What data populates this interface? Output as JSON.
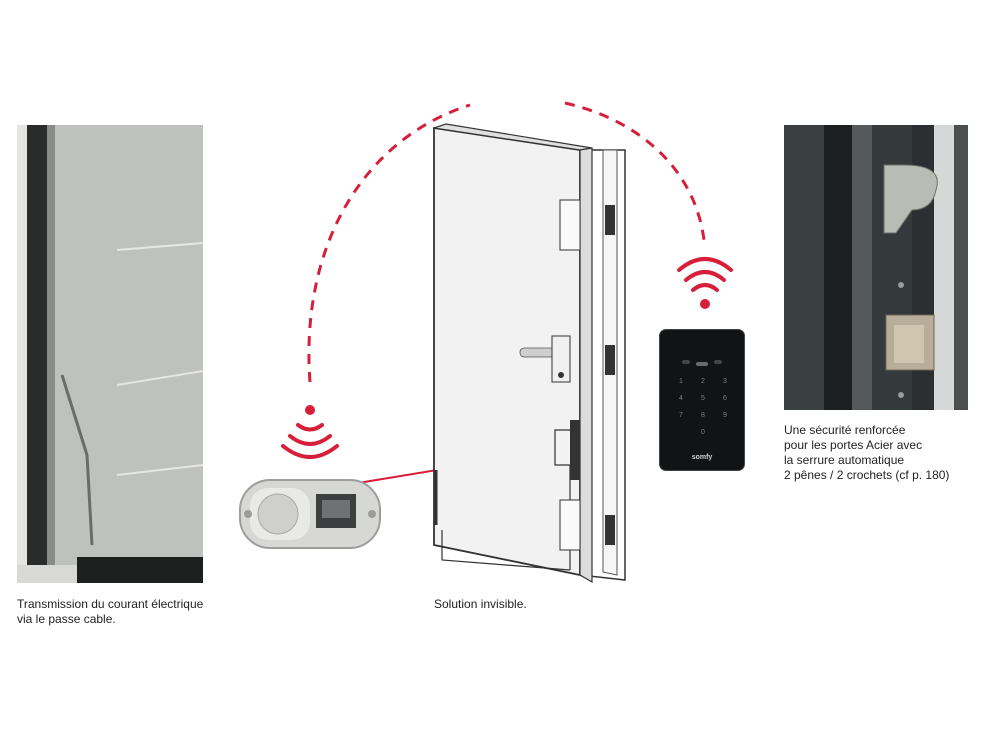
{
  "captions": {
    "left": {
      "line1": "Transmission du courant électrique",
      "line2": "via le passe cable."
    },
    "center": {
      "line1": "Solution invisible."
    },
    "right": {
      "line1": "Une sécurité renforcée",
      "line2": "pour les portes Acier avec",
      "line3": "la serrure automatique",
      "line4": "2 pênes / 2 crochets (cf p. 180)"
    }
  },
  "keypad": {
    "keys": [
      "1",
      "2",
      "3",
      "4",
      "5",
      "6",
      "7",
      "8",
      "9",
      "0"
    ],
    "brand": "somfy"
  },
  "colors": {
    "accent": "#d71f3a",
    "photo_dark": "#2b2f31",
    "door_fill": "#f2f2f2"
  },
  "icons": [
    "wifi-signal-icon",
    "wifi-signal-icon"
  ]
}
